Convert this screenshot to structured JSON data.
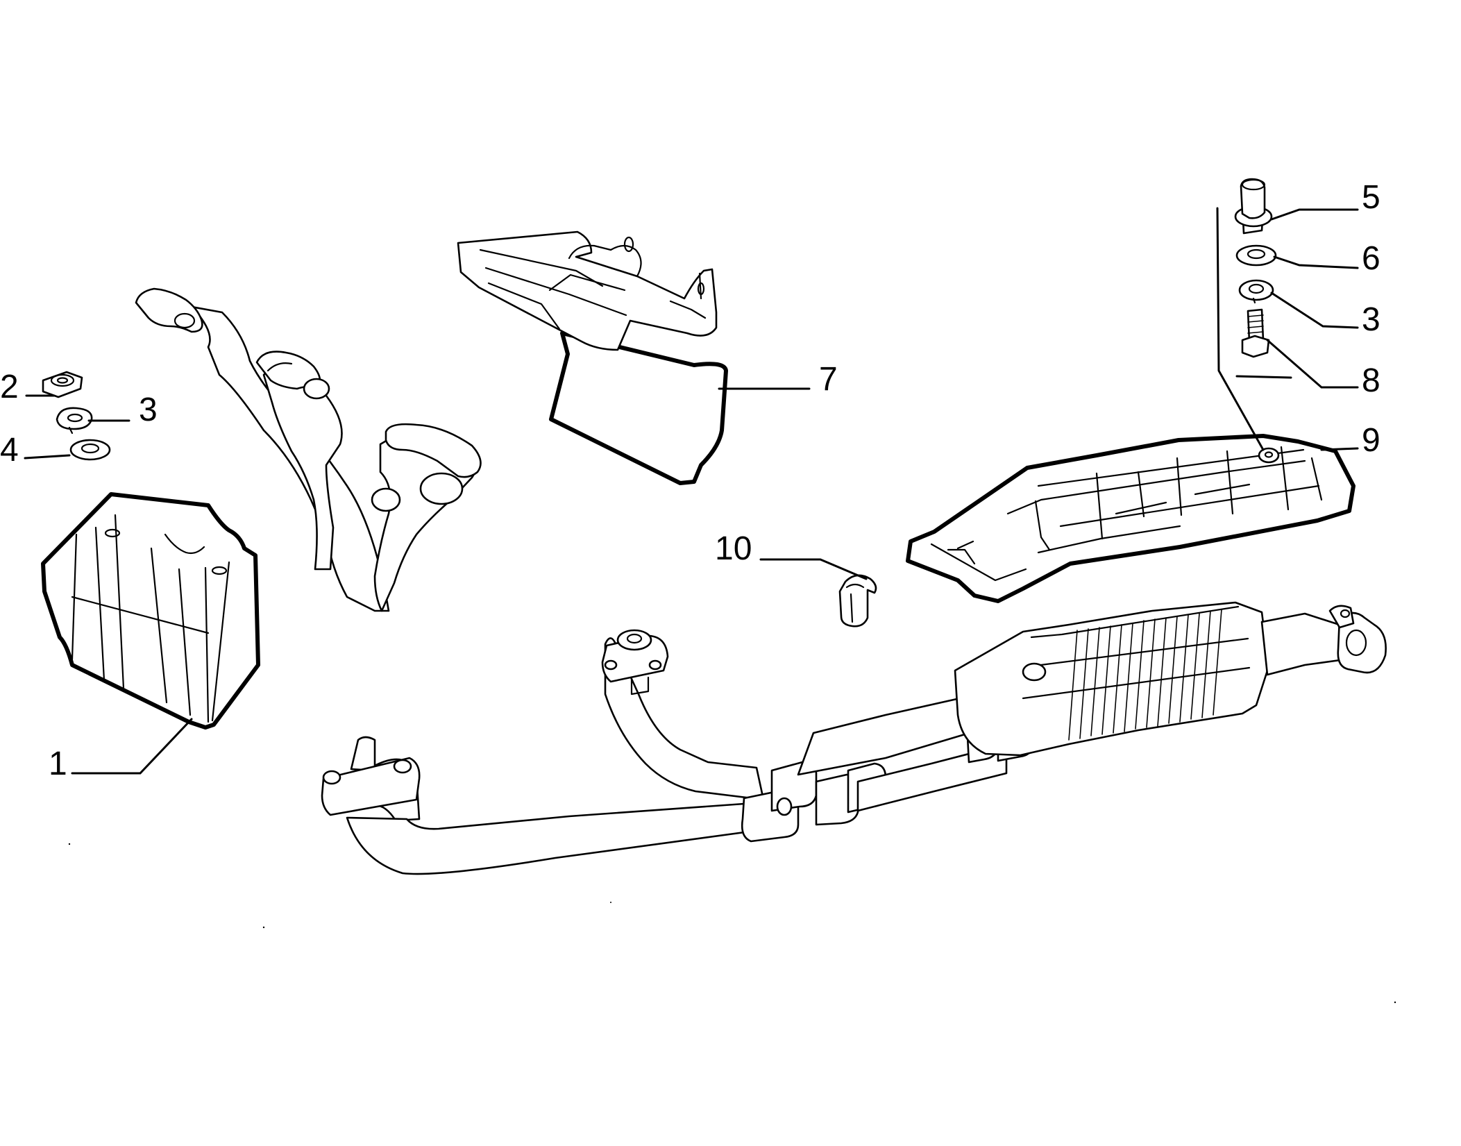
{
  "callouts": [
    {
      "id": "callout-1",
      "text": "1"
    },
    {
      "id": "callout-2",
      "text": "2"
    },
    {
      "id": "callout-3-left",
      "text": "3"
    },
    {
      "id": "callout-4",
      "text": "4"
    },
    {
      "id": "callout-5",
      "text": "5"
    },
    {
      "id": "callout-6",
      "text": "6"
    },
    {
      "id": "callout-3-right",
      "text": "3"
    },
    {
      "id": "callout-8",
      "text": "8"
    },
    {
      "id": "callout-9",
      "text": "9"
    },
    {
      "id": "callout-7",
      "text": "7"
    },
    {
      "id": "callout-10",
      "text": "10"
    }
  ],
  "colors": {
    "line": "#000000",
    "background": "#ffffff"
  }
}
